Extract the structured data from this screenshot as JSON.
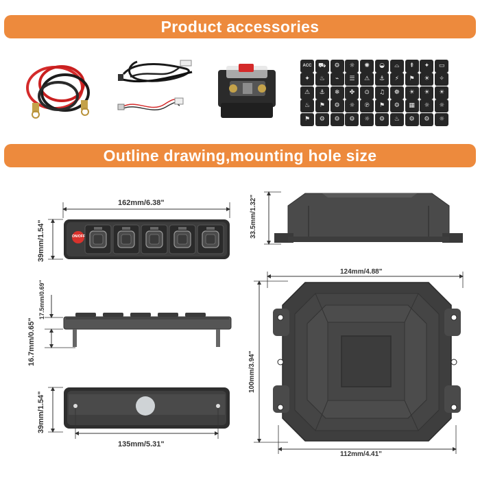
{
  "banners": {
    "accessories": "Product accessories",
    "outline": "Outline drawing,mounting hole size"
  },
  "dimensions": {
    "panel_width": "162mm/6.38\"",
    "panel_height": "39mm/1.54\"",
    "side_thread": "17.5mm/0.69\"",
    "side_height": "16.7mm/0.65\"",
    "back_height": "39mm/1.54\"",
    "back_hole_spacing": "135mm/5.31\"",
    "box_height": "33.5mm/1.32\"",
    "box_top_width": "124mm/4.88\"",
    "box_depth": "100mm/3.94\"",
    "box_bottom_width": "112mm/4.41\""
  },
  "panel": {
    "button_label": "ON/OFF"
  },
  "icon_sheet": {
    "first_label": "ACC",
    "icons": [
      "ACC",
      "⛟",
      "⚙",
      "☼",
      "✺",
      "◒",
      "⌓",
      "⇞",
      "✦",
      "▭",
      "✦",
      "♨",
      "⌁",
      "☰",
      "⚠",
      "⚓",
      "⚡",
      "⚑",
      "☀",
      "✧",
      "⚠",
      "⚓",
      "❄",
      "✤",
      "⊙",
      "♫",
      "☸",
      "☀",
      "☀",
      "☀",
      "♨",
      "⚑",
      "⚙",
      "☼",
      "℗",
      "⚑",
      "⚙",
      "▦",
      "☼",
      "☼",
      "⚑",
      "⚙",
      "⚙",
      "⚙",
      "☼",
      "⚙",
      "♨",
      "⚙",
      "⚙",
      "☼"
    ]
  },
  "colors": {
    "banner": "#ed8a3d",
    "panel_body": "#3a3a3a",
    "switch_red": "#d8322c"
  }
}
